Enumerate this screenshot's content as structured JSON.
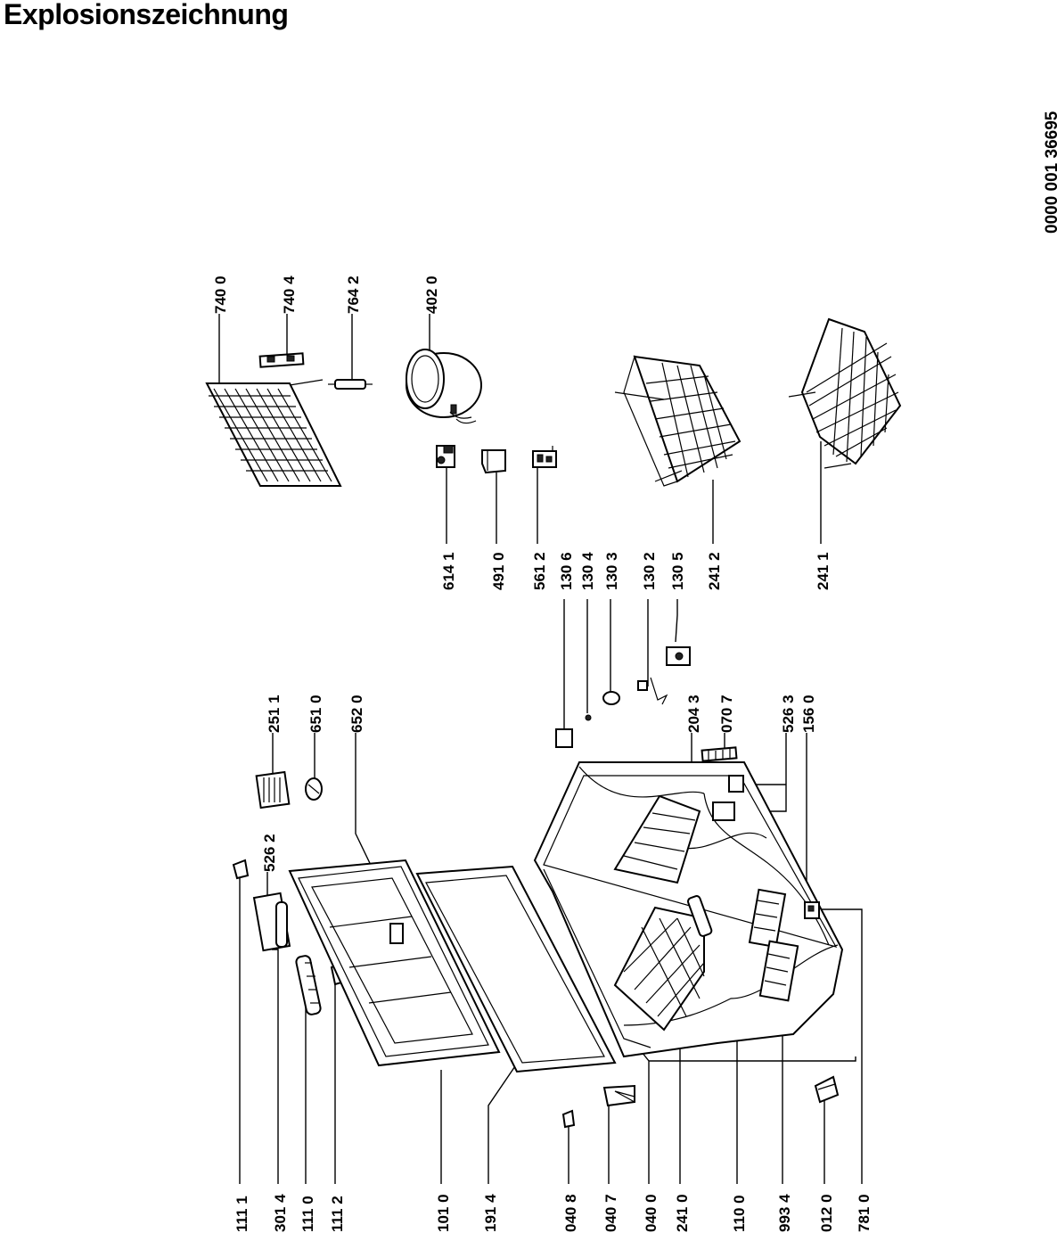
{
  "title": "Explosionszeichnung",
  "document_number": "0000 001 36695",
  "labels": {
    "p1111": "111 1",
    "p3014": "301 4",
    "p1110": "111 0",
    "p1112": "111 2",
    "p1010": "101 0",
    "p1914": "191 4",
    "p0408": "040 8",
    "p0407": "040 7",
    "p0400": "040 0",
    "p2410": "241 0",
    "p1100": "110 0",
    "p9934": "993 4",
    "p0120": "012 0",
    "p7810": "781 0",
    "p2511": "251 1",
    "p5262": "526 2",
    "p6510": "651 0",
    "p6520": "652 0",
    "p2043": "204 3",
    "p0707": "070 7",
    "p5263": "526 3",
    "p1560": "156 0",
    "p6141": "614 1",
    "p4910": "491 0",
    "p5612": "561 2",
    "p1306": "130 6",
    "p1304": "130 4",
    "p1303": "130 3",
    "p1302": "130 2",
    "p1305": "130 5",
    "p2412": "241 2",
    "p2411": "241 1",
    "p7400": "740 0",
    "p7404": "740 4",
    "p7642": "764 2",
    "p4020": "402 0"
  }
}
